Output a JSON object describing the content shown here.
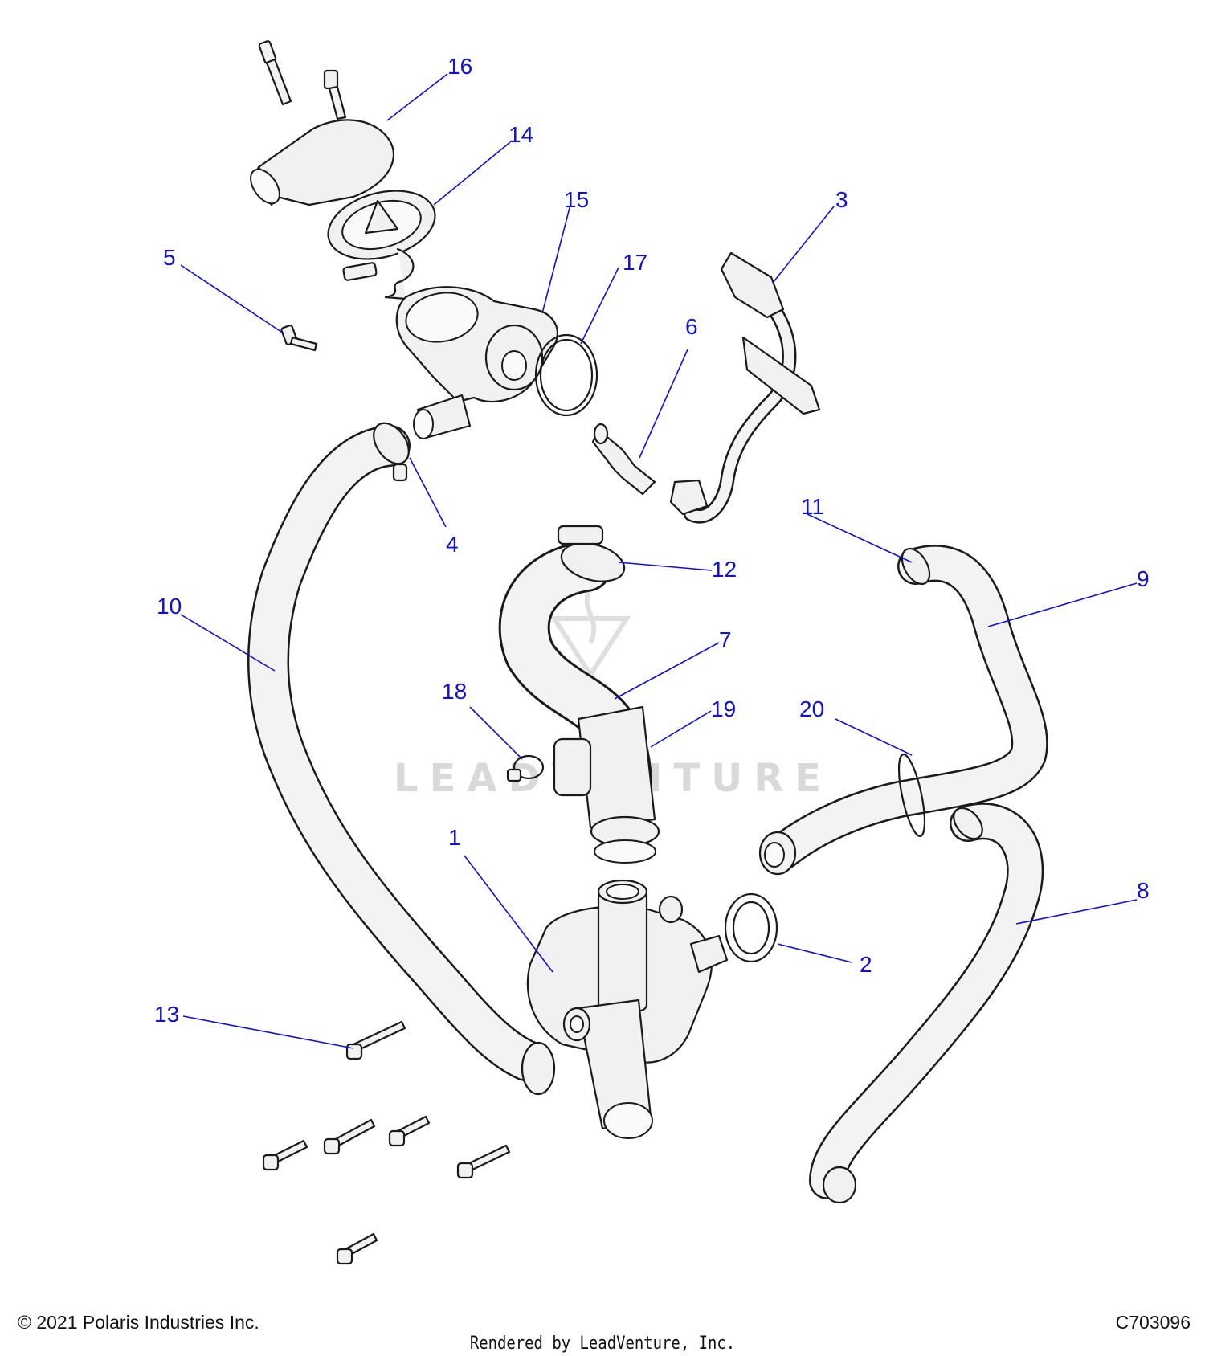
{
  "diagram": {
    "callouts": [
      {
        "label": "1"
      },
      {
        "label": "2"
      },
      {
        "label": "3"
      },
      {
        "label": "4"
      },
      {
        "label": "5"
      },
      {
        "label": "6"
      },
      {
        "label": "7"
      },
      {
        "label": "8"
      },
      {
        "label": "9"
      },
      {
        "label": "10"
      },
      {
        "label": "11"
      },
      {
        "label": "12"
      },
      {
        "label": "13"
      },
      {
        "label": "14"
      },
      {
        "label": "15"
      },
      {
        "label": "16"
      },
      {
        "label": "17"
      },
      {
        "label": "18"
      },
      {
        "label": "19"
      },
      {
        "label": "20"
      }
    ],
    "watermark": "LEADVENTURE"
  },
  "footer": {
    "copyright": "© 2021 Polaris Industries Inc.",
    "rendered_by": "Rendered by LeadVenture, Inc.",
    "diagram_code": "C703096"
  },
  "colors": {
    "callout": "#1010d0",
    "line_art": "#1a1a1a",
    "watermark": "#d9d9d9"
  }
}
